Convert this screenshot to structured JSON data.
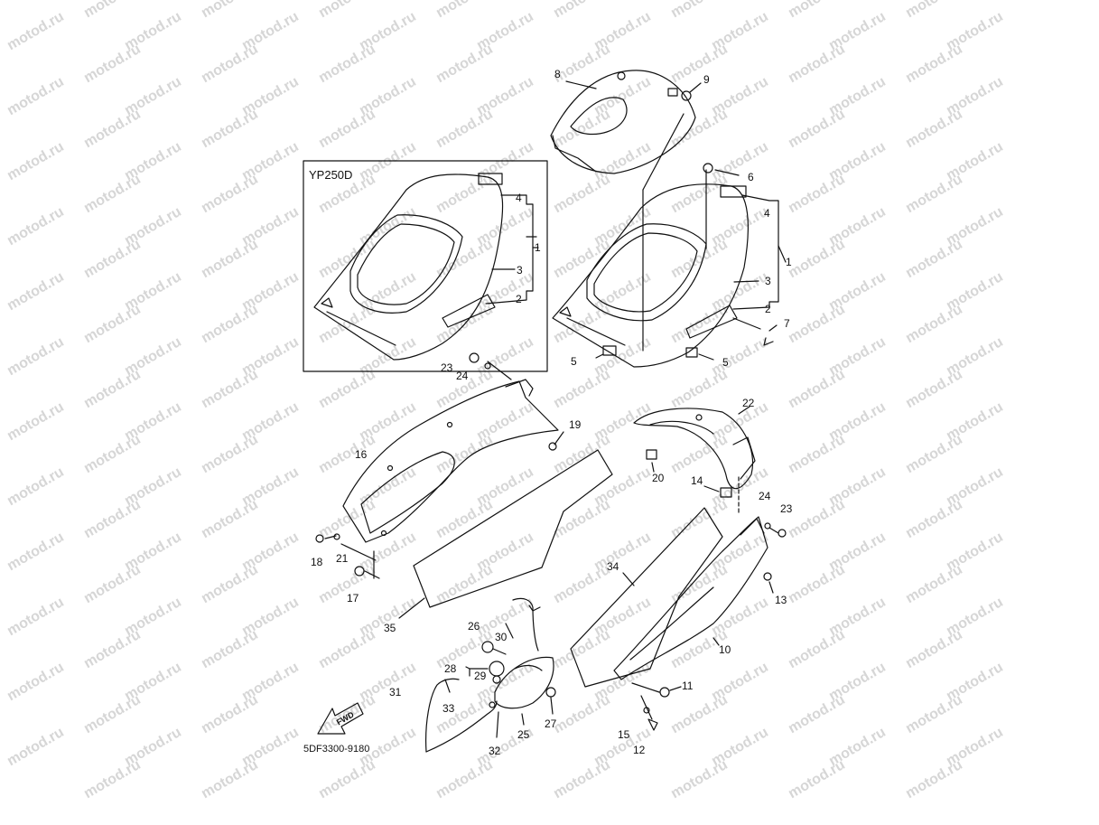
{
  "diagram": {
    "inset_title": "YP250D",
    "document_number": "5DF3300-9180",
    "fwd_label": "FWD",
    "watermark_text": "motod.ru",
    "callouts": [
      {
        "id": "c1a",
        "text": "1"
      },
      {
        "id": "c2a",
        "text": "2"
      },
      {
        "id": "c3a",
        "text": "3"
      },
      {
        "id": "c4a",
        "text": "4"
      },
      {
        "id": "c1b",
        "text": "1"
      },
      {
        "id": "c2b",
        "text": "2"
      },
      {
        "id": "c3b",
        "text": "3"
      },
      {
        "id": "c4b",
        "text": "4"
      },
      {
        "id": "c5a",
        "text": "5"
      },
      {
        "id": "c5b",
        "text": "5"
      },
      {
        "id": "c6",
        "text": "6"
      },
      {
        "id": "c7",
        "text": "7"
      },
      {
        "id": "c8",
        "text": "8"
      },
      {
        "id": "c9",
        "text": "9"
      },
      {
        "id": "c10",
        "text": "10"
      },
      {
        "id": "c11",
        "text": "11"
      },
      {
        "id": "c12",
        "text": "12"
      },
      {
        "id": "c13",
        "text": "13"
      },
      {
        "id": "c14",
        "text": "14"
      },
      {
        "id": "c15",
        "text": "15"
      },
      {
        "id": "c16",
        "text": "16"
      },
      {
        "id": "c17",
        "text": "17"
      },
      {
        "id": "c18",
        "text": "18"
      },
      {
        "id": "c19",
        "text": "19"
      },
      {
        "id": "c20",
        "text": "20"
      },
      {
        "id": "c21",
        "text": "21"
      },
      {
        "id": "c22",
        "text": "22"
      },
      {
        "id": "c23a",
        "text": "23"
      },
      {
        "id": "c23b",
        "text": "23"
      },
      {
        "id": "c24a",
        "text": "24"
      },
      {
        "id": "c24b",
        "text": "24"
      },
      {
        "id": "c25",
        "text": "25"
      },
      {
        "id": "c26",
        "text": "26"
      },
      {
        "id": "c27",
        "text": "27"
      },
      {
        "id": "c28",
        "text": "28"
      },
      {
        "id": "c29",
        "text": "29"
      },
      {
        "id": "c30",
        "text": "30"
      },
      {
        "id": "c31",
        "text": "31"
      },
      {
        "id": "c32",
        "text": "32"
      },
      {
        "id": "c33",
        "text": "33"
      },
      {
        "id": "c34",
        "text": "34"
      },
      {
        "id": "c35",
        "text": "35"
      }
    ],
    "colors": {
      "line": "#111111",
      "watermark": "#d6d6d6",
      "background": "#ffffff"
    }
  }
}
